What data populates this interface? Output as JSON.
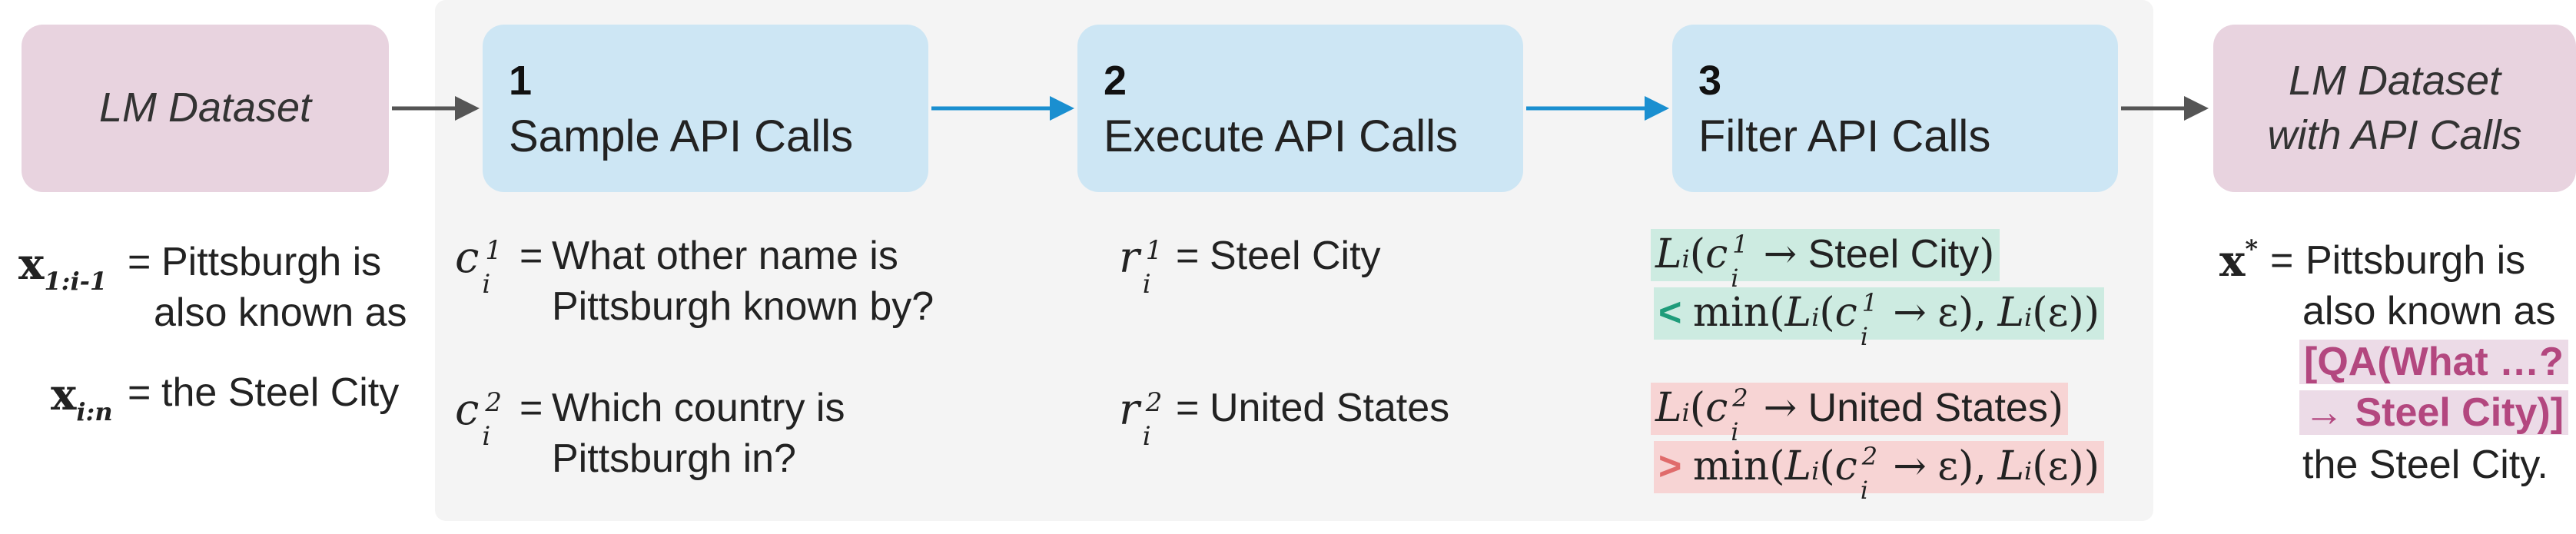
{
  "left_box": {
    "label": "LM Dataset"
  },
  "right_box": {
    "line1": "LM Dataset",
    "line2": "with API Calls"
  },
  "steps": [
    {
      "number": "1",
      "label": "Sample API Calls"
    },
    {
      "number": "2",
      "label": "Execute API Calls"
    },
    {
      "number": "3",
      "label": "Filter API Calls"
    }
  ],
  "input": {
    "x1_var": "x",
    "x1_sub": "1:i-1",
    "x1_eq": "=",
    "x1_line1": "Pittsburgh is",
    "x1_line2": "also known as",
    "x2_var": "x",
    "x2_sub": "i:n",
    "x2_eq": "=",
    "x2_text": "the Steel City"
  },
  "samples": [
    {
      "var": "c",
      "sub": "i",
      "sup": "1",
      "eq": "=",
      "line1": "What other name is",
      "line2": "Pittsburgh known by?"
    },
    {
      "var": "c",
      "sub": "i",
      "sup": "2",
      "eq": "=",
      "line1": "Which country is",
      "line2": "Pittsburgh in?"
    }
  ],
  "results": [
    {
      "var": "r",
      "sub": "i",
      "sup": "1",
      "eq": "=",
      "text": "Steel City"
    },
    {
      "var": "r",
      "sub": "i",
      "sup": "2",
      "eq": "=",
      "text": "United States"
    }
  ],
  "filters": [
    {
      "L": "L",
      "sub": "i",
      "open": "(",
      "c": "c",
      "csub": "i",
      "csup": "1",
      "arrow": "→",
      "answer": "Steel City",
      "close": ")",
      "op": "<",
      "min": "min(",
      "eps": "ε",
      "comma": ",",
      "end": "))",
      "color": "#1e9c7a",
      "highlight": "#cdebe1"
    },
    {
      "L": "L",
      "sub": "i",
      "open": "(",
      "c": "c",
      "csub": "i",
      "csup": "2",
      "arrow": "→",
      "answer": "United States",
      "close": ")",
      "op": ">",
      "min": "min(",
      "eps": "ε",
      "comma": ",",
      "end": "))",
      "color": "#e06b6b",
      "highlight": "#f7d4d4"
    }
  ],
  "output": {
    "var": "x",
    "sup": "*",
    "eq": "=",
    "line1": "Pittsburgh is",
    "line2": "also known as",
    "call1": "[QA(What …?",
    "call2": "→ Steel City)]",
    "line5": "the Steel City."
  },
  "colors": {
    "pink_box": "#e8d3df",
    "blue_box": "#cde6f4",
    "panel": "#f4f4f4",
    "blue_arrow": "#1a8fd0",
    "grey_arrow": "#555555",
    "qa_text": "#b3477f"
  }
}
